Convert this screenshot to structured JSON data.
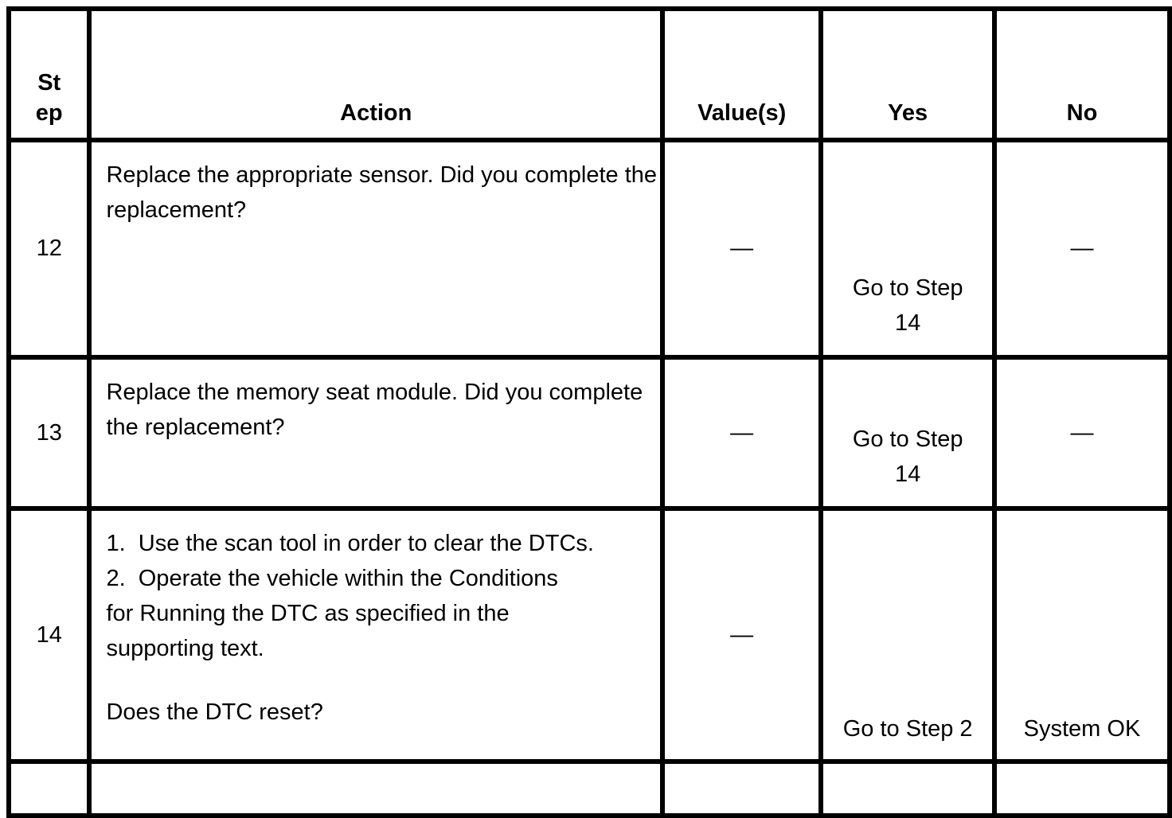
{
  "table": {
    "columns": {
      "step": {
        "line1": "St",
        "line2": "ep"
      },
      "action": "Action",
      "values": "Value(s)",
      "yes": "Yes",
      "no": "No"
    },
    "rows": [
      {
        "step": "12",
        "action_line1": "Replace the appropriate sensor. Did you complete the",
        "action_line2": "replacement?",
        "value": "—",
        "yes_line1": "Go to Step",
        "yes_line2": "14",
        "no": "—"
      },
      {
        "step": "13",
        "action_line1": "Replace the memory seat module. Did you complete",
        "action_line2": "the replacement?",
        "value": "—",
        "yes_line1": "Go to Step",
        "yes_line2": "14",
        "no": "—"
      },
      {
        "step": "14",
        "action_line1": "1.  Use the scan tool in order to clear the DTCs.",
        "action_line2": "2.  Operate the vehicle within the Conditions",
        "action_line3": "for Running the DTC as specified in the",
        "action_line4": "supporting text.",
        "action_question": "Does the DTC reset?",
        "value": "—",
        "yes": "Go to Step 2",
        "no": "System OK"
      }
    ]
  }
}
